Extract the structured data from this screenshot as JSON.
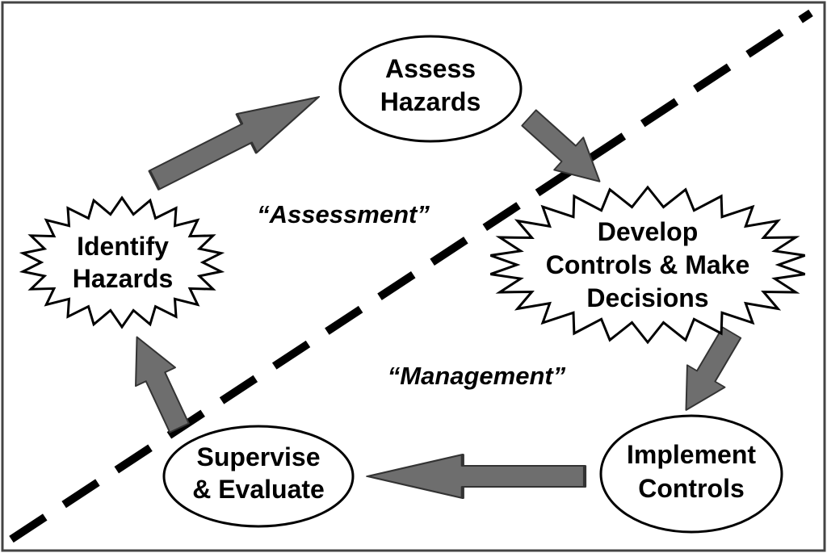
{
  "nodes": {
    "assess_hazards": {
      "line1": "Assess",
      "line2": "Hazards",
      "shape": "oval"
    },
    "identify_hazards": {
      "line1": "Identify",
      "line2": "Hazards",
      "shape": "starburst"
    },
    "develop_controls": {
      "line1": "Develop",
      "line2": "Controls & Make",
      "line3": "Decisions",
      "shape": "starburst"
    },
    "implement_controls": {
      "line1": "Implement",
      "line2": "Controls",
      "shape": "oval"
    },
    "supervise_evaluate": {
      "line1": "Supervise",
      "line2": "& Evaluate",
      "shape": "oval"
    }
  },
  "regions": {
    "assessment": "“Assessment”",
    "management": "“Management”"
  },
  "colors": {
    "arrow_fill": "#6e6e6e",
    "outline": "#000000",
    "background": "#ffffff"
  },
  "flow": [
    "Identify Hazards → Assess Hazards",
    "Assess Hazards → Develop Controls & Make Decisions",
    "Develop Controls & Make Decisions → Implement Controls",
    "Implement Controls → Supervise & Evaluate",
    "Supervise & Evaluate → Identify Hazards"
  ]
}
